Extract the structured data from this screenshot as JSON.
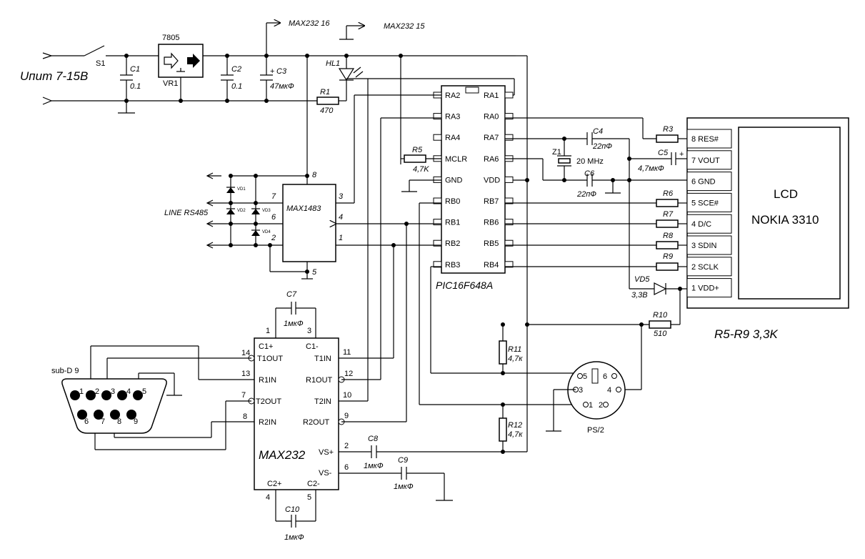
{
  "power": {
    "input_label": "Uпит 7-15В",
    "switch": "S1",
    "regulator_type": "7805",
    "regulator_ref": "VR1",
    "max232_16": "MAX232 16",
    "max232_15": "MAX232 15"
  },
  "components": {
    "c1": "C1",
    "c1_val": "0.1",
    "c2": "C2",
    "c2_val": "0.1",
    "c3": "C3",
    "c3_val": "47мкФ",
    "hl1": "HL1",
    "r1": "R1",
    "r1_val": "470",
    "r3": "R3",
    "c4": "C4",
    "c4_val": "22пФ",
    "z1": "Z1",
    "z1_val": "20 MHz",
    "c6": "C6",
    "c6_val": "22пФ",
    "c5": "C5",
    "c5_val": "4,7мкФ",
    "r5": "R5",
    "r5_val": "4,7K",
    "r6": "R6",
    "r7": "R7",
    "r8": "R8",
    "r9": "R9",
    "vd5": "VD5",
    "vd5_val": "3,3В",
    "r10": "R10",
    "r10_val": "510",
    "r11": "R11",
    "r11_val": "4,7к",
    "r12": "R12",
    "r12_val": "4,7к",
    "c7": "C7",
    "c7_val": "1мкФ",
    "c8": "C8",
    "c8_val": "1мкФ",
    "c9": "C9",
    "c9_val": "1мкФ",
    "c10": "C10",
    "c10_val": "1мкФ",
    "r_group_note": "R5-R9 3,3K",
    "vd1": "VD1",
    "vd2": "VD2",
    "vd3": "VD3",
    "vd4": "VD4"
  },
  "pic": {
    "name": "PIC16F648A",
    "left_pins": [
      "RA2",
      "RA3",
      "RA4",
      "MCLR",
      "GND",
      "RB0",
      "RB1",
      "RB2",
      "RB3"
    ],
    "right_pins": [
      "RA1",
      "RA0",
      "RA7",
      "RA6",
      "VDD",
      "RB7",
      "RB6",
      "RB5",
      "RB4"
    ]
  },
  "max1483": {
    "name": "MAX1483",
    "line_label": "LINE RS485",
    "pin_nums": [
      "8",
      "7",
      "6",
      "2",
      "3",
      "4",
      "1",
      "5"
    ]
  },
  "max232": {
    "name": "MAX232",
    "pins": [
      "C1+",
      "C1-",
      "T1OUT",
      "R1IN",
      "T2OUT",
      "R2IN",
      "T1IN",
      "R1OUT",
      "T2IN",
      "R2OUT",
      "VS+",
      "VS-",
      "C2+",
      "C2-"
    ],
    "pin_nums": [
      "1",
      "3",
      "14",
      "13",
      "7",
      "8",
      "11",
      "12",
      "10",
      "9",
      "2",
      "6",
      "4",
      "5"
    ]
  },
  "lcd": {
    "title1": "LCD",
    "title2": "NOKIA 3310",
    "pins": [
      "8 RES#",
      "7 VOUT",
      "6 GND",
      "5 SCE#",
      "4 D/C",
      "3 SDIN",
      "2 SCLK",
      "1 VDD+"
    ]
  },
  "dsub": {
    "label": "sub-D 9",
    "pins_top": [
      "1",
      "2",
      "3",
      "4",
      "5"
    ],
    "pins_bottom": [
      "6",
      "7",
      "8",
      "9"
    ]
  },
  "ps2": {
    "label": "PS/2",
    "pins": [
      "5",
      "6",
      "3",
      "4",
      "1",
      "2"
    ]
  }
}
